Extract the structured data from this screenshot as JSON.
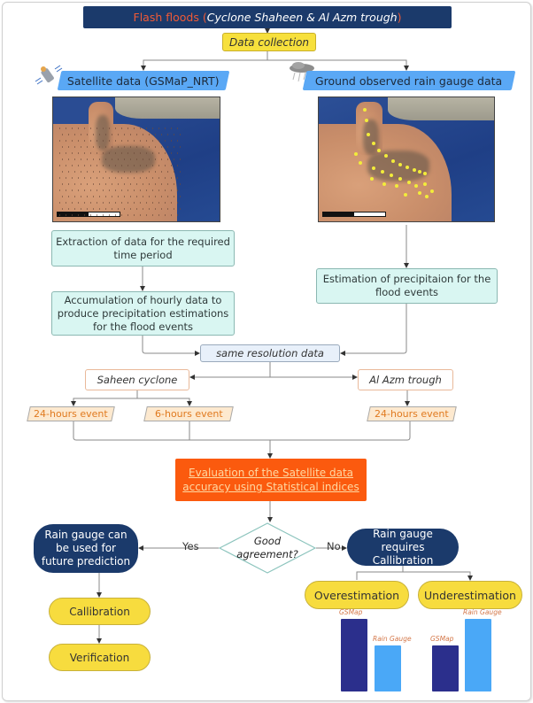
{
  "title": {
    "main": "Flash floods",
    "paren_open": "(",
    "detail": "Cyclone Shaheen & Al Azm trough",
    "paren_close": ")"
  },
  "data_collection": "Data collection",
  "sources": {
    "satellite": {
      "label": "Satellite data (GSMaP_NRT)",
      "icon": "satellite-icon"
    },
    "gauge": {
      "label": "Ground observed rain gauge data",
      "icon": "rain-cloud-icon"
    }
  },
  "maps": {
    "satellite_map": "satellite-precipitation-grid-map",
    "gauge_map": "rain-gauge-stations-map"
  },
  "process": {
    "extraction": "Extraction of data for the required time period",
    "accumulation": "Accumulation of hourly data to produce precipitation estimations for the flood events",
    "estimation": "Estimation of precipitaion for the flood events",
    "same_resolution": "same resolution data"
  },
  "events": {
    "saheen": "Saheen cyclone",
    "azm": "Al Azm trough",
    "saheen_24h": "24-hours event",
    "saheen_6h": "6-hours event",
    "azm_24h": "24-hours event"
  },
  "evaluation": "Evaluation of the Satellite data accuracy using Statistical indices",
  "decision": {
    "question": "Good agreement?",
    "yes": "Yes",
    "no": "No"
  },
  "outcomes": {
    "yes_result": "Rain gauge can be used for future prediction",
    "no_result": "Rain gauge requires Callibration",
    "calibration": "Callibration",
    "verification": "Verification",
    "overestimation": "Overestimation",
    "underestimation": "Underestimation"
  },
  "bar_illustrations": {
    "colors": {
      "gsmap": "#2b2f8c",
      "rain_gauge": "#4aa8f7"
    },
    "overestimation": {
      "gsmap_label": "GSMap",
      "gauge_label": "Rain Gauge",
      "gsmap_relative": 1.0,
      "gauge_relative": 0.63
    },
    "underestimation": {
      "gsmap_label": "GSMap",
      "gauge_label": "Rain Gauge",
      "gsmap_relative": 0.64,
      "gauge_relative": 1.0
    }
  }
}
